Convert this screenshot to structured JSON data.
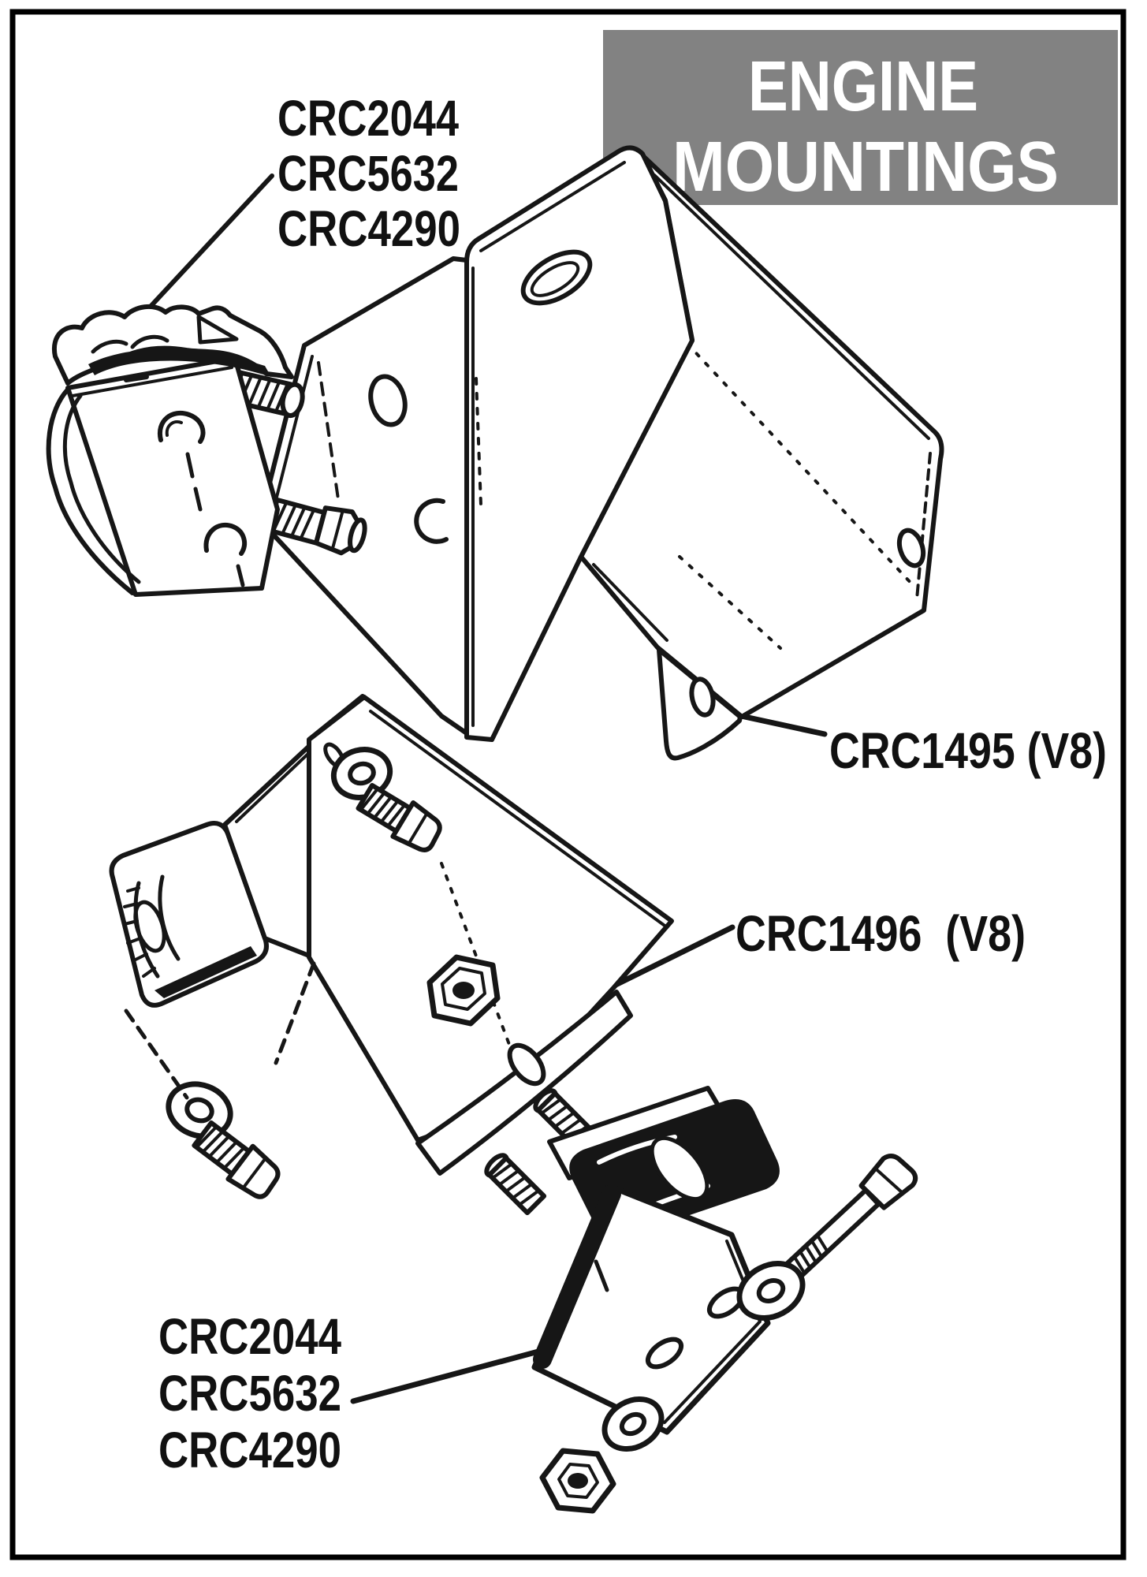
{
  "frame": {
    "stroke": "#000000"
  },
  "title_box": {
    "line1": "ENGINE",
    "line2": "MOUNTINGS",
    "bg": "#828282",
    "fg": "#ffffff"
  },
  "labels": {
    "upper_mount_group": {
      "lines": [
        "CRC2044",
        "CRC5632",
        "CRC4290"
      ]
    },
    "crc1495": {
      "text": "CRC1495 (V8)"
    },
    "crc1496": {
      "text": "CRC1496  (V8)"
    },
    "lower_mount_group": {
      "lines": [
        "CRC2044",
        "CRC5632",
        "CRC4290"
      ]
    }
  },
  "illustration": {
    "ink": "#161616",
    "description": "Exploded line-art diagram of V8 engine mountings: upper rubber mount with two studs, engine bracket CRC1495, lower bracket CRC1496 with bolts and washers, and lower rubber mount with studs, long bolt, washers and nut"
  }
}
